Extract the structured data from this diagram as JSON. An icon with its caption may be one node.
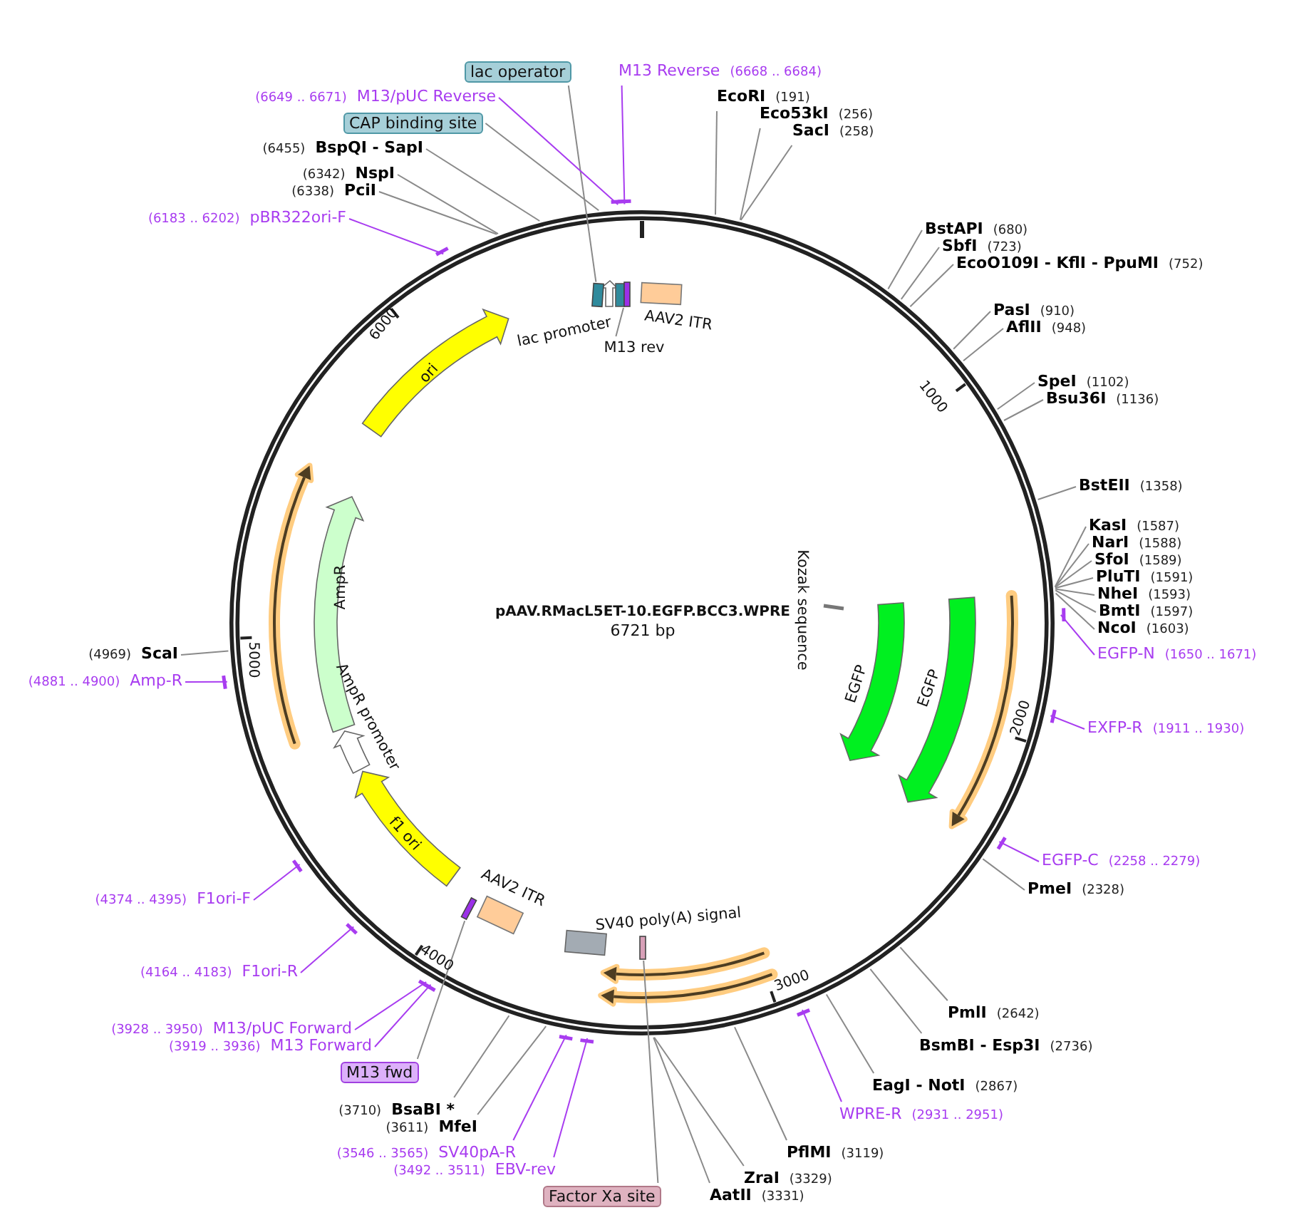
{
  "diagram": {
    "nodes": [
      {
        "text": [
          "lac operator"
        ]
      },
      {
        "text": [
          "(6649 .. 6671)",
          "M13/pUC Reverse"
        ]
      },
      {
        "text": [
          "M13 Reverse",
          "(6668 .. 6684)"
        ]
      },
      {
        "text": [
          "CAP binding site"
        ]
      },
      {
        "text": [
          "EcoRI",
          "(191)"
        ]
      },
      {
        "text": [
          "Eco53kI",
          "(256)"
        ]
      },
      {
        "text": [
          "SacI",
          "(258)"
        ]
      },
      {
        "text": [
          "(6455)",
          "BspQI - SapI"
        ]
      },
      {
        "text": [
          "(6342)",
          "NspI"
        ]
      },
      {
        "text": [
          "(6338)",
          "PciI"
        ]
      },
      {
        "text": [
          "(6183 .. 6202)",
          "pBR322ori-F"
        ]
      },
      {
        "text": [
          "BstAPI",
          "(680)"
        ]
      },
      {
        "text": [
          "SbfI",
          "(723)"
        ]
      },
      {
        "text": [
          "EcoO109I - KflI - PpuMI",
          "(752)"
        ]
      },
      {
        "text": [
          "PasI",
          "(910)"
        ]
      },
      {
        "text": [
          "AflII",
          "(948)"
        ]
      },
      {
        "text": [
          "lac promoter"
        ]
      },
      {
        "text": [
          "AAV2 ITR"
        ]
      },
      {
        "text": [
          "M13 rev"
        ]
      },
      {
        "text": [
          "ori"
        ]
      },
      {
        "text": [
          "SpeI",
          "(1102)"
        ]
      },
      {
        "text": [
          "Bsu36I",
          "(1136)"
        ]
      },
      {
        "text": [
          "BstEII",
          "(1358)"
        ]
      },
      {
        "text": [
          "KasI",
          "(1587)"
        ]
      },
      {
        "text": [
          "NarI",
          "(1588)"
        ]
      },
      {
        "text": [
          "SfoI",
          "(1589)"
        ]
      },
      {
        "text": [
          "PluTI",
          "(1591)"
        ]
      },
      {
        "text": [
          "NheI",
          "(1593)"
        ]
      },
      {
        "text": [
          "BmtI",
          "(1597)"
        ]
      },
      {
        "text": [
          "NcoI",
          "(1603)"
        ]
      },
      {
        "text": [
          "AmpR"
        ]
      },
      {
        "text": [
          "Kozak sequence"
        ]
      },
      {
        "text": [
          "EGFP"
        ]
      },
      {
        "text": [
          "EGFP"
        ]
      },
      {
        "text": [
          "EGFP-N",
          "(1650 .. 1671)"
        ]
      },
      {
        "text": [
          "(4969)",
          "ScaI"
        ]
      },
      {
        "text": [
          "(4881 .. 4900)",
          "Amp-R"
        ]
      },
      {
        "text": [
          "EXFP-R",
          "(1911 .. 1930)"
        ]
      },
      {
        "text": [
          "AmpR promoter"
        ]
      },
      {
        "text": [
          "f1 ori"
        ]
      },
      {
        "text": [
          "EGFP-C",
          "(2258 .. 2279)"
        ]
      },
      {
        "text": [
          "PmeI",
          "(2328)"
        ]
      },
      {
        "text": [
          "(4374 .. 4395)",
          "F1ori-F"
        ]
      },
      {
        "text": [
          "AAV2 ITR"
        ]
      },
      {
        "text": [
          "SV40 poly(A) signal"
        ]
      },
      {
        "text": [
          "(4164 .. 4183)",
          "F1ori-R"
        ]
      },
      {
        "text": [
          "PmlI",
          "(2642)"
        ]
      },
      {
        "text": [
          "(3928 .. 3950)",
          "M13/pUC Forward"
        ]
      },
      {
        "text": [
          "(3919 .. 3936)",
          "M13 Forward"
        ]
      },
      {
        "text": [
          "BsmBI - Esp3I",
          "(2736)"
        ]
      },
      {
        "text": [
          "M13 fwd"
        ]
      },
      {
        "text": [
          "EagI - NotI",
          "(2867)"
        ]
      },
      {
        "text": [
          "(3710)",
          "BsaBI *"
        ]
      },
      {
        "text": [
          "WPRE-R",
          "(2931 .. 2951)"
        ]
      },
      {
        "text": [
          "(3611)",
          "MfeI"
        ]
      },
      {
        "text": [
          "(3546 .. 3565)",
          "SV40pA-R"
        ]
      },
      {
        "text": [
          "PflMI",
          "(3119)"
        ]
      },
      {
        "text": [
          "(3492 .. 3511)",
          "EBV-rev"
        ]
      },
      {
        "text": [
          "ZraI",
          "(3329)"
        ]
      },
      {
        "text": [
          "Factor Xa site"
        ]
      },
      {
        "text": [
          "AatII",
          "(3331)"
        ]
      },
      {
        "text": [],
        "shape": "box"
      },
      {
        "text": [],
        "shape": "box"
      },
      {
        "text": [],
        "shape": "box"
      },
      {
        "text": [],
        "shape": "box"
      }
    ],
    "edges": [
      {
        "from": 0,
        "to": 61,
        "arrow": "none"
      },
      {
        "from": 1,
        "to": null,
        "arrow": "none",
        "color": "#a83cf0"
      },
      {
        "from": 2,
        "to": null,
        "arrow": "none",
        "color": "#a83cf0"
      },
      {
        "from": 3,
        "to": null,
        "arrow": "none"
      },
      {
        "from": 4,
        "to": null,
        "arrow": "none"
      },
      {
        "from": 5,
        "to": null,
        "arrow": "none"
      },
      {
        "from": 6,
        "to": null,
        "arrow": "none"
      },
      {
        "from": 7,
        "to": null,
        "arrow": "none"
      },
      {
        "from": 8,
        "to": null,
        "arrow": "none"
      },
      {
        "from": 9,
        "to": null,
        "arrow": "none"
      },
      {
        "from": 10,
        "to": null,
        "arrow": "none",
        "color": "#a83cf0"
      },
      {
        "from": 11,
        "to": null,
        "arrow": "none"
      },
      {
        "from": 12,
        "to": null,
        "arrow": "none"
      },
      {
        "from": 13,
        "to": null,
        "arrow": "none"
      },
      {
        "from": 14,
        "to": null,
        "arrow": "none"
      },
      {
        "from": 15,
        "to": null,
        "arrow": "none"
      },
      {
        "from": 18,
        "to": 62,
        "arrow": "none"
      },
      {
        "from": 20,
        "to": null,
        "arrow": "none"
      },
      {
        "from": 21,
        "to": null,
        "arrow": "none"
      },
      {
        "from": 22,
        "to": null,
        "arrow": "none"
      },
      {
        "from": 23,
        "to": null,
        "arrow": "none"
      },
      {
        "from": 24,
        "to": null,
        "arrow": "none"
      },
      {
        "from": 25,
        "to": null,
        "arrow": "none"
      },
      {
        "from": 26,
        "to": null,
        "arrow": "none"
      },
      {
        "from": 27,
        "to": null,
        "arrow": "none"
      },
      {
        "from": 28,
        "to": null,
        "arrow": "none"
      },
      {
        "from": 29,
        "to": null,
        "arrow": "none"
      },
      {
        "from": 34,
        "to": null,
        "arrow": "none",
        "color": "#a83cf0"
      },
      {
        "from": 35,
        "to": null,
        "arrow": "none"
      },
      {
        "from": 36,
        "to": null,
        "arrow": "none",
        "color": "#a83cf0"
      },
      {
        "from": 37,
        "to": null,
        "arrow": "none",
        "color": "#a83cf0"
      },
      {
        "from": 40,
        "to": null,
        "arrow": "none",
        "color": "#a83cf0"
      },
      {
        "from": 41,
        "to": null,
        "arrow": "none"
      },
      {
        "from": 42,
        "to": null,
        "arrow": "none",
        "color": "#a83cf0"
      },
      {
        "from": 45,
        "to": null,
        "arrow": "none",
        "color": "#a83cf0"
      },
      {
        "from": 46,
        "to": null,
        "arrow": "none"
      },
      {
        "from": 47,
        "to": null,
        "arrow": "none",
        "color": "#a83cf0"
      },
      {
        "from": 48,
        "to": null,
        "arrow": "none",
        "color": "#a83cf0"
      },
      {
        "from": 49,
        "to": null,
        "arrow": "none"
      },
      {
        "from": 50,
        "to": 64,
        "arrow": "none"
      },
      {
        "from": 51,
        "to": null,
        "arrow": "none"
      },
      {
        "from": 52,
        "to": null,
        "arrow": "none"
      },
      {
        "from": 53,
        "to": null,
        "arrow": "none",
        "color": "#a83cf0"
      },
      {
        "from": 54,
        "to": null,
        "arrow": "none"
      },
      {
        "from": 55,
        "to": null,
        "arrow": "none",
        "color": "#a83cf0"
      },
      {
        "from": 56,
        "to": null,
        "arrow": "none"
      },
      {
        "from": 57,
        "to": null,
        "arrow": "none",
        "color": "#a83cf0"
      },
      {
        "from": 58,
        "to": null,
        "arrow": "none"
      },
      {
        "from": 59,
        "to": 63,
        "arrow": "none"
      },
      {
        "from": 60,
        "to": null,
        "arrow": "none"
      }
    ],
    "labels": [
      "6000",
      "1000",
      "pAAV.RMacL5ET-10.EGFP.BCC3.WPRE",
      "6721 bp",
      "5000",
      "2000",
      "4000",
      "3000"
    ]
  }
}
